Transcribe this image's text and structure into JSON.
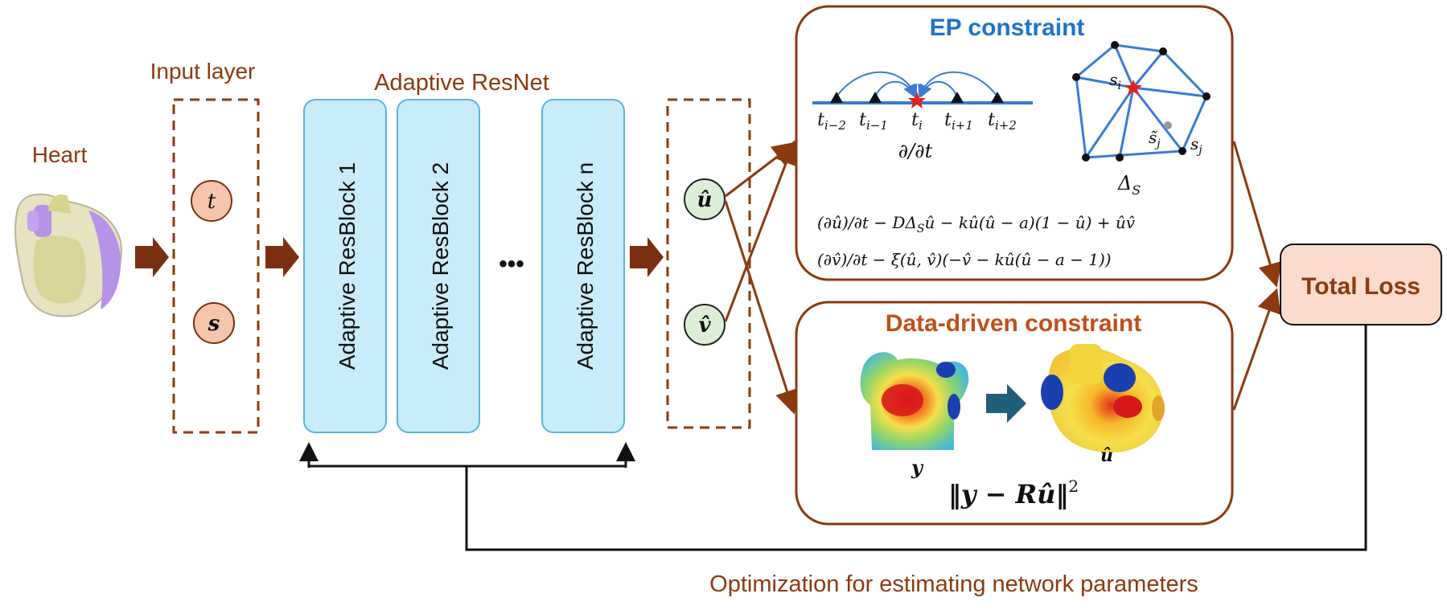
{
  "heart": {
    "label": "Heart"
  },
  "input_layer": {
    "title": "Input layer",
    "node_t": "t",
    "node_s": "s"
  },
  "resnet": {
    "title": "Adaptive ResNet",
    "blocks": [
      "Adaptive ResBlock 1",
      "Adaptive ResBlock 2",
      "Adaptive ResBlock n"
    ],
    "ellipsis": "•••"
  },
  "output_layer": {
    "node_u": "û",
    "node_v": "v̂"
  },
  "ep": {
    "title": "EP constraint",
    "time_ticks": [
      "t",
      "t",
      "t",
      "t",
      "t"
    ],
    "time_subs": [
      "i−2",
      "i−1",
      "i",
      "i+1",
      "i+2"
    ],
    "time_op": "∂/∂t",
    "mesh_si": "s",
    "mesh_si_sub": "i",
    "mesh_sj": "s",
    "mesh_sj_sub": "j",
    "mesh_stilde": "s̃",
    "mesh_stilde_sub": "j",
    "mesh_op": "Δ",
    "mesh_op_sub": "S",
    "eq1": "(∂û)/∂t − DΔ",
    "eq1_sub": "S",
    "eq1_rest": "û − kû(û − a)(1 − û) + ûv̂",
    "eq2": "(∂v̂)/∂t − ξ(û, v̂)(−v̂ − kû(û − a − 1))"
  },
  "data": {
    "title": "Data-driven constraint",
    "torso_label": "y",
    "heart_label": "û",
    "loss_expr": "‖y − Rû‖",
    "loss_sup": "2"
  },
  "total": {
    "label": "Total Loss"
  },
  "optimization": {
    "label": "Optimization for estimating network parameters"
  },
  "colors": {
    "brown": "#8b3a10",
    "ep_blue": "#1f73c9",
    "data_orange": "#c0501a",
    "block_fill": "#c9ecfb",
    "block_stroke": "#5ab4de",
    "node_peach": "#f6c6ac",
    "node_green": "#dcefd6",
    "total_fill": "#fbdccc"
  }
}
